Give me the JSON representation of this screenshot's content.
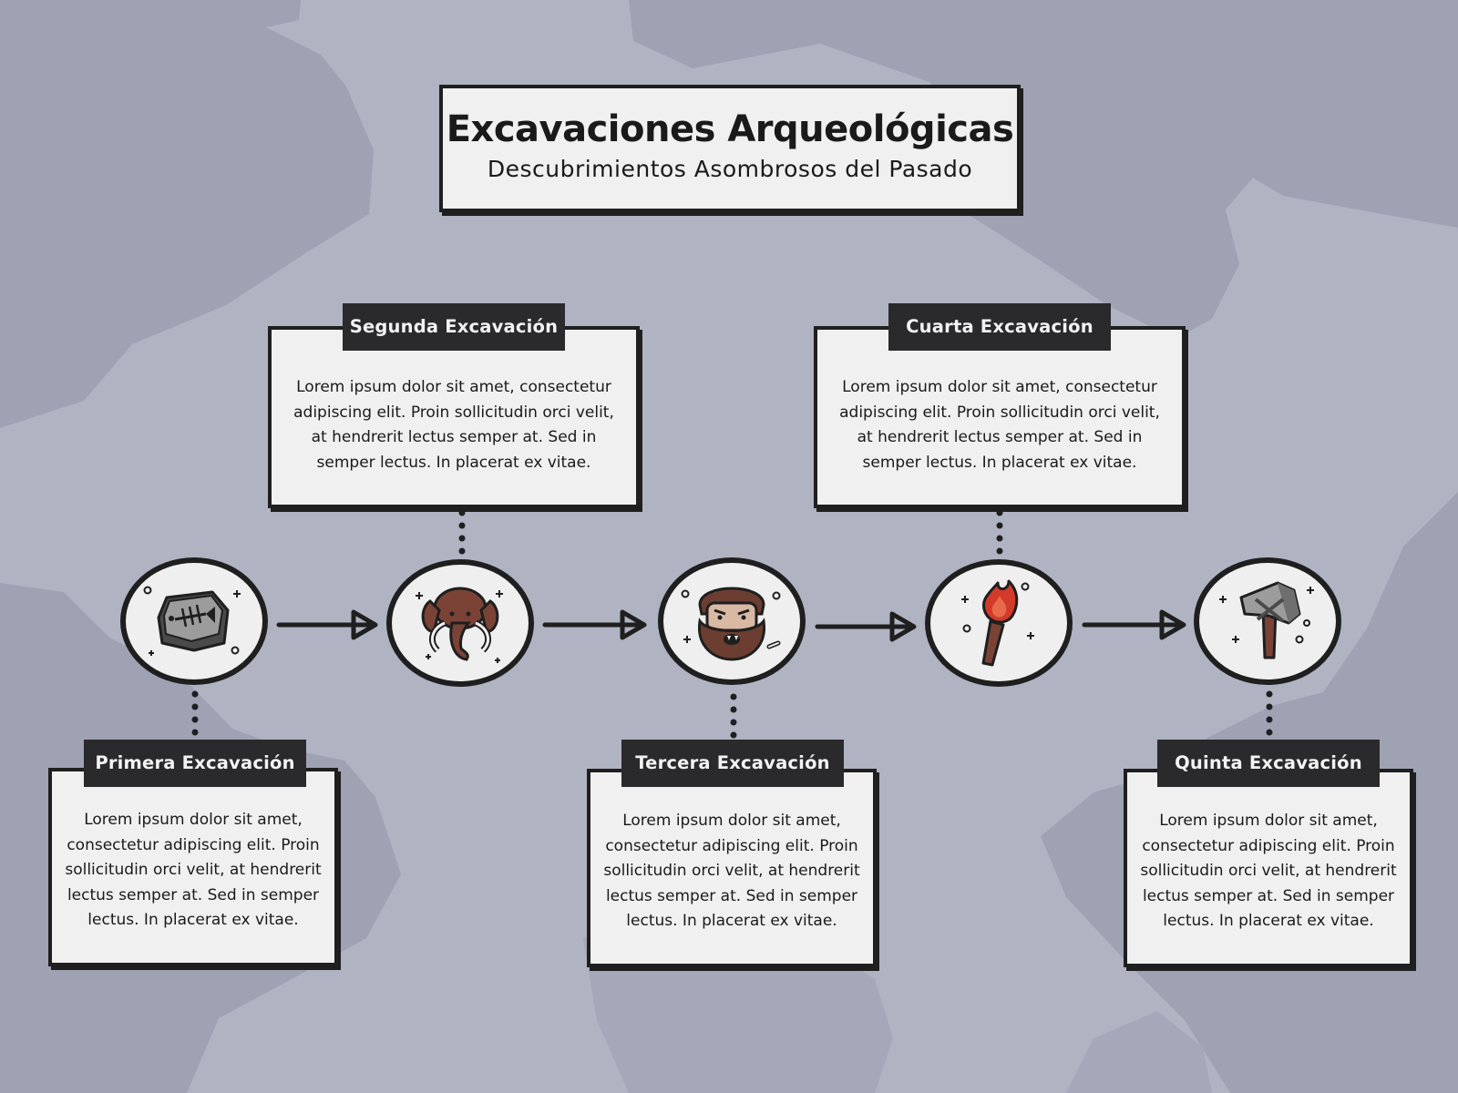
{
  "header": {
    "title": "Excavaciones Arqueológicas",
    "subtitle": "Descubrimientos Asombrosos del Pasado"
  },
  "stages": [
    {
      "label": "Primera Excavación",
      "text": "Lorem ipsum dolor sit amet, consectetur adipiscing elit. Proin sollicitudin orci velit, at hendrerit lectus semper at. Sed in semper lectus. In placerat ex vitae.",
      "icon": "fossil-fish-icon"
    },
    {
      "label": "Segunda Excavación",
      "text": "Lorem ipsum dolor sit amet, consectetur adipiscing elit. Proin sollicitudin orci velit, at hendrerit lectus semper at. Sed in semper lectus. In placerat ex vitae.",
      "icon": "mammoth-icon"
    },
    {
      "label": "Tercera Excavación",
      "text": "Lorem ipsum dolor sit amet, consectetur adipiscing elit. Proin sollicitudin orci velit, at hendrerit lectus semper at. Sed in semper lectus. In placerat ex vitae.",
      "icon": "caveman-icon"
    },
    {
      "label": "Cuarta Excavación",
      "text": "Lorem ipsum dolor sit amet, consectetur adipiscing elit. Proin sollicitudin orci velit, at hendrerit lectus semper at. Sed in semper lectus. In placerat ex vitae.",
      "icon": "torch-icon"
    },
    {
      "label": "Quinta Excavación",
      "text": "Lorem ipsum dolor sit amet, consectetur adipiscing elit. Proin sollicitudin orci velit, at hendrerit lectus semper at. Sed in semper lectus. In placerat ex vitae.",
      "icon": "stone-axe-icon"
    }
  ],
  "colors": {
    "background": "#b0b3c2",
    "background_shape": "#9ea2b3",
    "card": "#f0f0f0",
    "outline": "#1f1f1f",
    "label": "#2a2a2c",
    "accent_brown": "#7a4336",
    "accent_red": "#d23a2a"
  }
}
